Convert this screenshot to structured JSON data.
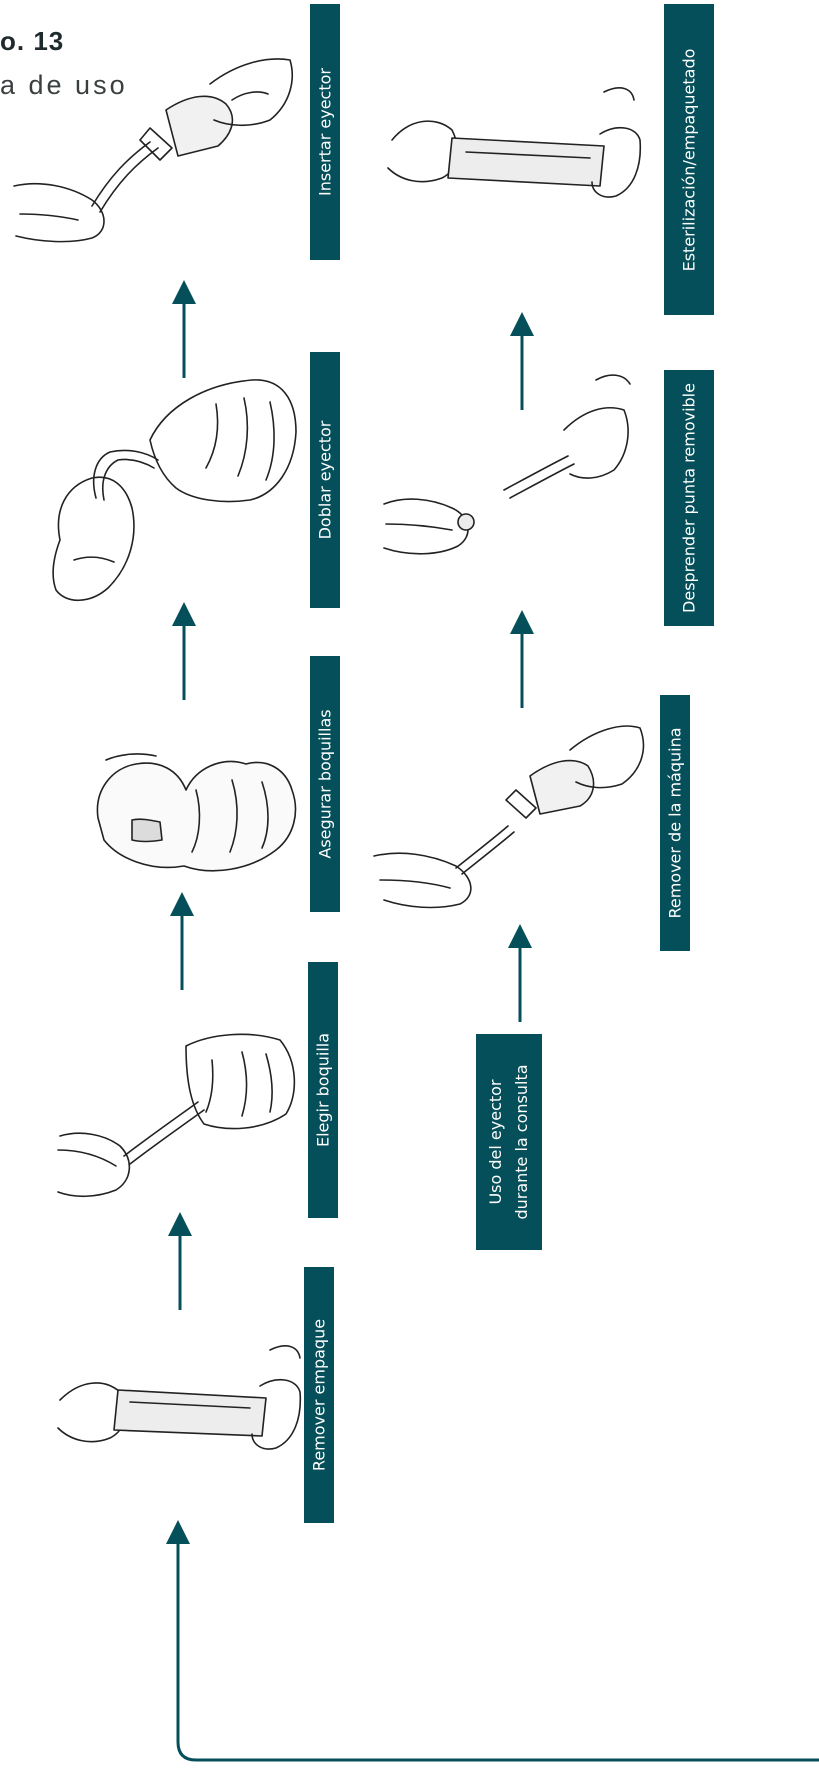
{
  "header": {
    "title_fragment": "o. 13",
    "subtitle_fragment": "a de uso"
  },
  "colors": {
    "accent": "#044f59",
    "ink": "#222222",
    "paper": "#ffffff"
  },
  "steps_column_left": [
    {
      "id": "remover-empaque",
      "label": "Remover empaque"
    },
    {
      "id": "elegir-boquilla",
      "label": "Elegir boquilla"
    },
    {
      "id": "asegurar-boquillas",
      "label": "Asegurar boquillas"
    },
    {
      "id": "doblar-eyector",
      "label": "Doblar eyector"
    },
    {
      "id": "insertar-eyector",
      "label": "Insertar eyector"
    }
  ],
  "steps_column_right": [
    {
      "id": "uso-eyector",
      "label_line1": "Uso del eyector",
      "label_line2": "durante la consulta"
    },
    {
      "id": "remover-maquina",
      "label": "Remover de la máquina"
    },
    {
      "id": "desprender-punta",
      "label": "Desprender punta removible"
    },
    {
      "id": "esterilizacion",
      "label": "Esterilización/empaquetado"
    }
  ],
  "illustrations": [
    "hands-removing-package",
    "hands-choosing-nozzle",
    "fist-securing-nozzle",
    "hand-bending-ejector",
    "hands-inserting-ejector",
    "hands-removing-from-machine",
    "hands-detaching-tip",
    "hands-sterilization-package"
  ]
}
